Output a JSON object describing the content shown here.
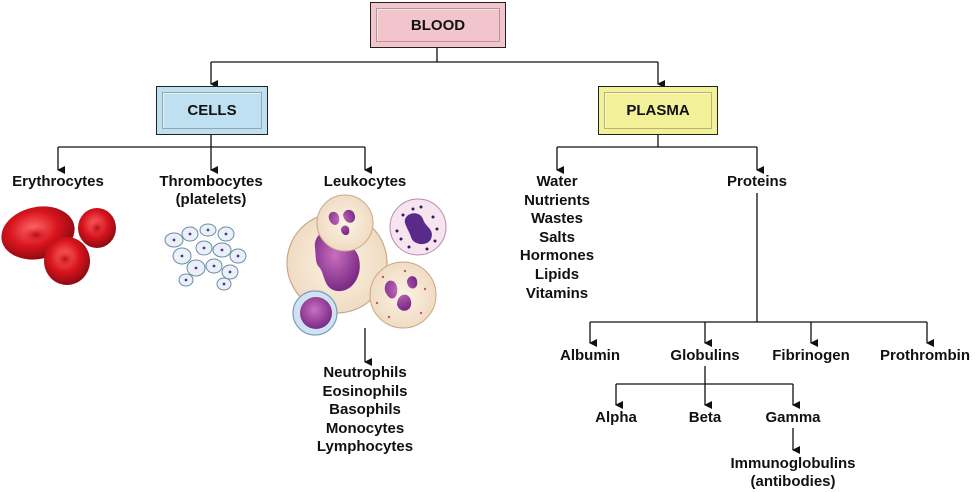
{
  "root": {
    "label": "BLOOD",
    "color": "#f2c4cc"
  },
  "cells": {
    "label": "CELLS",
    "color": "#bfe0f0",
    "erythrocytes": {
      "label": "Erythrocytes",
      "icon": "red-blood-cells-icon"
    },
    "thrombocytes": {
      "label_line1": "Thrombocytes",
      "label_line2": "(platelets)",
      "icon": "platelets-icon"
    },
    "leukocytes": {
      "label": "Leukocytes",
      "icon": "white-blood-cells-icon",
      "types": [
        "Neutrophils",
        "Eosinophils",
        "Basophils",
        "Monocytes",
        "Lymphocytes"
      ]
    }
  },
  "plasma": {
    "label": "PLASMA",
    "color": "#f3f09a",
    "components": [
      "Water",
      "Nutrients",
      "Wastes",
      "Salts",
      "Hormones",
      "Lipids",
      "Vitamins"
    ],
    "proteins": {
      "label": "Proteins",
      "albumin": "Albumin",
      "globulins": {
        "label": "Globulins",
        "alpha": "Alpha",
        "beta": "Beta",
        "gamma": "Gamma",
        "immunoglobulins_line1": "Immunoglobulins",
        "immunoglobulins_line2": "(antibodies)"
      },
      "fibrinogen": "Fibrinogen",
      "prothrombin": "Prothrombin"
    }
  }
}
